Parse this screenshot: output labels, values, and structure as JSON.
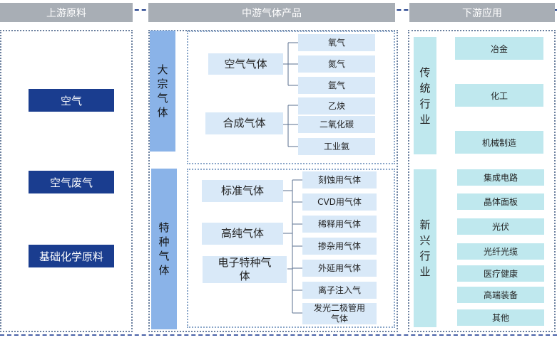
{
  "headers": {
    "upstream": "上游原料",
    "midstream": "中游气体产品",
    "downstream": "下游应用"
  },
  "upstream": [
    "空气",
    "空气废气",
    "基础化学原料"
  ],
  "midstream": {
    "bulk": {
      "label": "大宗气体",
      "groups": [
        {
          "label": "空气气体",
          "items": [
            "氧气",
            "氮气",
            "氩气"
          ]
        },
        {
          "label": "合成气体",
          "items": [
            "乙炔",
            "二氧化碳",
            "工业氨"
          ]
        }
      ]
    },
    "special": {
      "label": "特种气体",
      "groups": [
        "标准气体",
        "高纯气体",
        "电子特种气体"
      ],
      "items": [
        "刻蚀用气体",
        "CVD用气体",
        "稀释用气体",
        "掺杂用气体",
        "外延用气体",
        "离子注入气",
        "发光二极管用气体"
      ]
    }
  },
  "downstream": {
    "traditional": {
      "label": "传统行业",
      "items": [
        "冶金",
        "化工",
        "机械制造"
      ]
    },
    "emerging": {
      "label": "新兴行业",
      "items": [
        "集成电路",
        "晶体面板",
        "光伏",
        "光纤光缆",
        "医疗健康",
        "高端装备",
        "其他"
      ]
    }
  },
  "colors": {
    "header": "#a8aeb5",
    "upstream_box": "#1a3d8f",
    "bar_blue": "#8ab3e8",
    "light_blue": "#d9e9f8",
    "teal": "#bfe8ee",
    "connector": "#5a6f8f",
    "dashed_line": "#1f3d8a"
  }
}
